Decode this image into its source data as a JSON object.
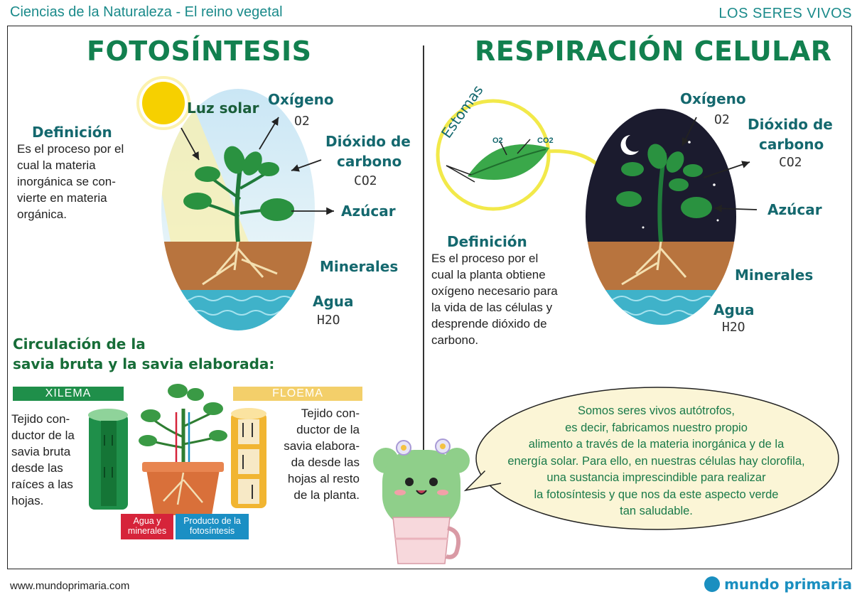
{
  "header": {
    "left": "Ciencias de la Naturaleza - El reino vegetal",
    "right": "LOS SERES VIVOS"
  },
  "photosynthesis": {
    "title": "FOTOSÍNTESIS",
    "definition_title": "Definición",
    "definition_lines": [
      "Es el proceso por el",
      "cual la materia",
      "inorgánica se con-",
      "vierte en materia",
      "orgánica."
    ],
    "labels": {
      "sun": "Luz solar",
      "oxygen": "Oxígeno",
      "oxygen_formula": "O2",
      "co2_line1": "Dióxido de",
      "co2_line2": "carbono",
      "co2_formula": "CO2",
      "sugar": "Azúcar",
      "minerals": "Minerales",
      "water": "Agua",
      "water_formula": "H2O"
    }
  },
  "respiration": {
    "title": "RESPIRACIÓN CELULAR",
    "definition_title": "Definición",
    "definition_lines": [
      "Es el proceso por el",
      "cual la planta obtiene",
      "oxígeno necesario para",
      "la vida de las células y",
      "desprende dióxido de",
      "carbono."
    ],
    "labels": {
      "stomata": "Estomas",
      "leaf_o2": "O2",
      "leaf_co2": "CO2",
      "oxygen": "Oxígeno",
      "oxygen_formula": "O2",
      "co2_line1": "Dióxido de",
      "co2_line2": "carbono",
      "co2_formula": "CO2",
      "sugar": "Azúcar",
      "minerals": "Minerales",
      "water": "Agua",
      "water_formula": "H2O"
    }
  },
  "circulation": {
    "title_line1": "Circulación de la",
    "title_line2": "savia bruta y la savia elaborada:",
    "xylem": {
      "band": "XILEMA",
      "lines": [
        "Tejido con-",
        "ductor de la",
        "savia bruta",
        "desde las",
        "raíces a las",
        "hojas."
      ]
    },
    "phloem": {
      "band": "FLOEMA",
      "lines": [
        "Tejido con-",
        "ductor de la",
        "savia elabora-",
        "da desde las",
        "hojas al resto",
        "de la planta."
      ]
    },
    "tag_water": [
      "Agua y",
      "minerales"
    ],
    "tag_product": [
      "Producto de la",
      "fotosíntesis"
    ]
  },
  "bubble": {
    "lines": [
      "Somos seres vivos autótrofos,",
      "es decir, fabricamos nuestro propio",
      "alimento a través de la materia inorgánica y de la",
      "energía solar. Para ello, en nuestras células hay clorofila,",
      "una sustancia imprescindible para realizar",
      "la fotosíntesis y que nos da este aspecto verde",
      "tan saludable."
    ]
  },
  "footer": {
    "url": "www.mundoprimaria.com",
    "logo": "mundo primaria"
  },
  "colors": {
    "title_green": "#12804f",
    "teal": "#1a8a8a",
    "xylem_band": "#1f8f4a",
    "phloem_band": "#f3cf6a",
    "water_tag": "#d6243a",
    "product_tag": "#1b8fc4",
    "bubble": "#fbf5d6"
  }
}
